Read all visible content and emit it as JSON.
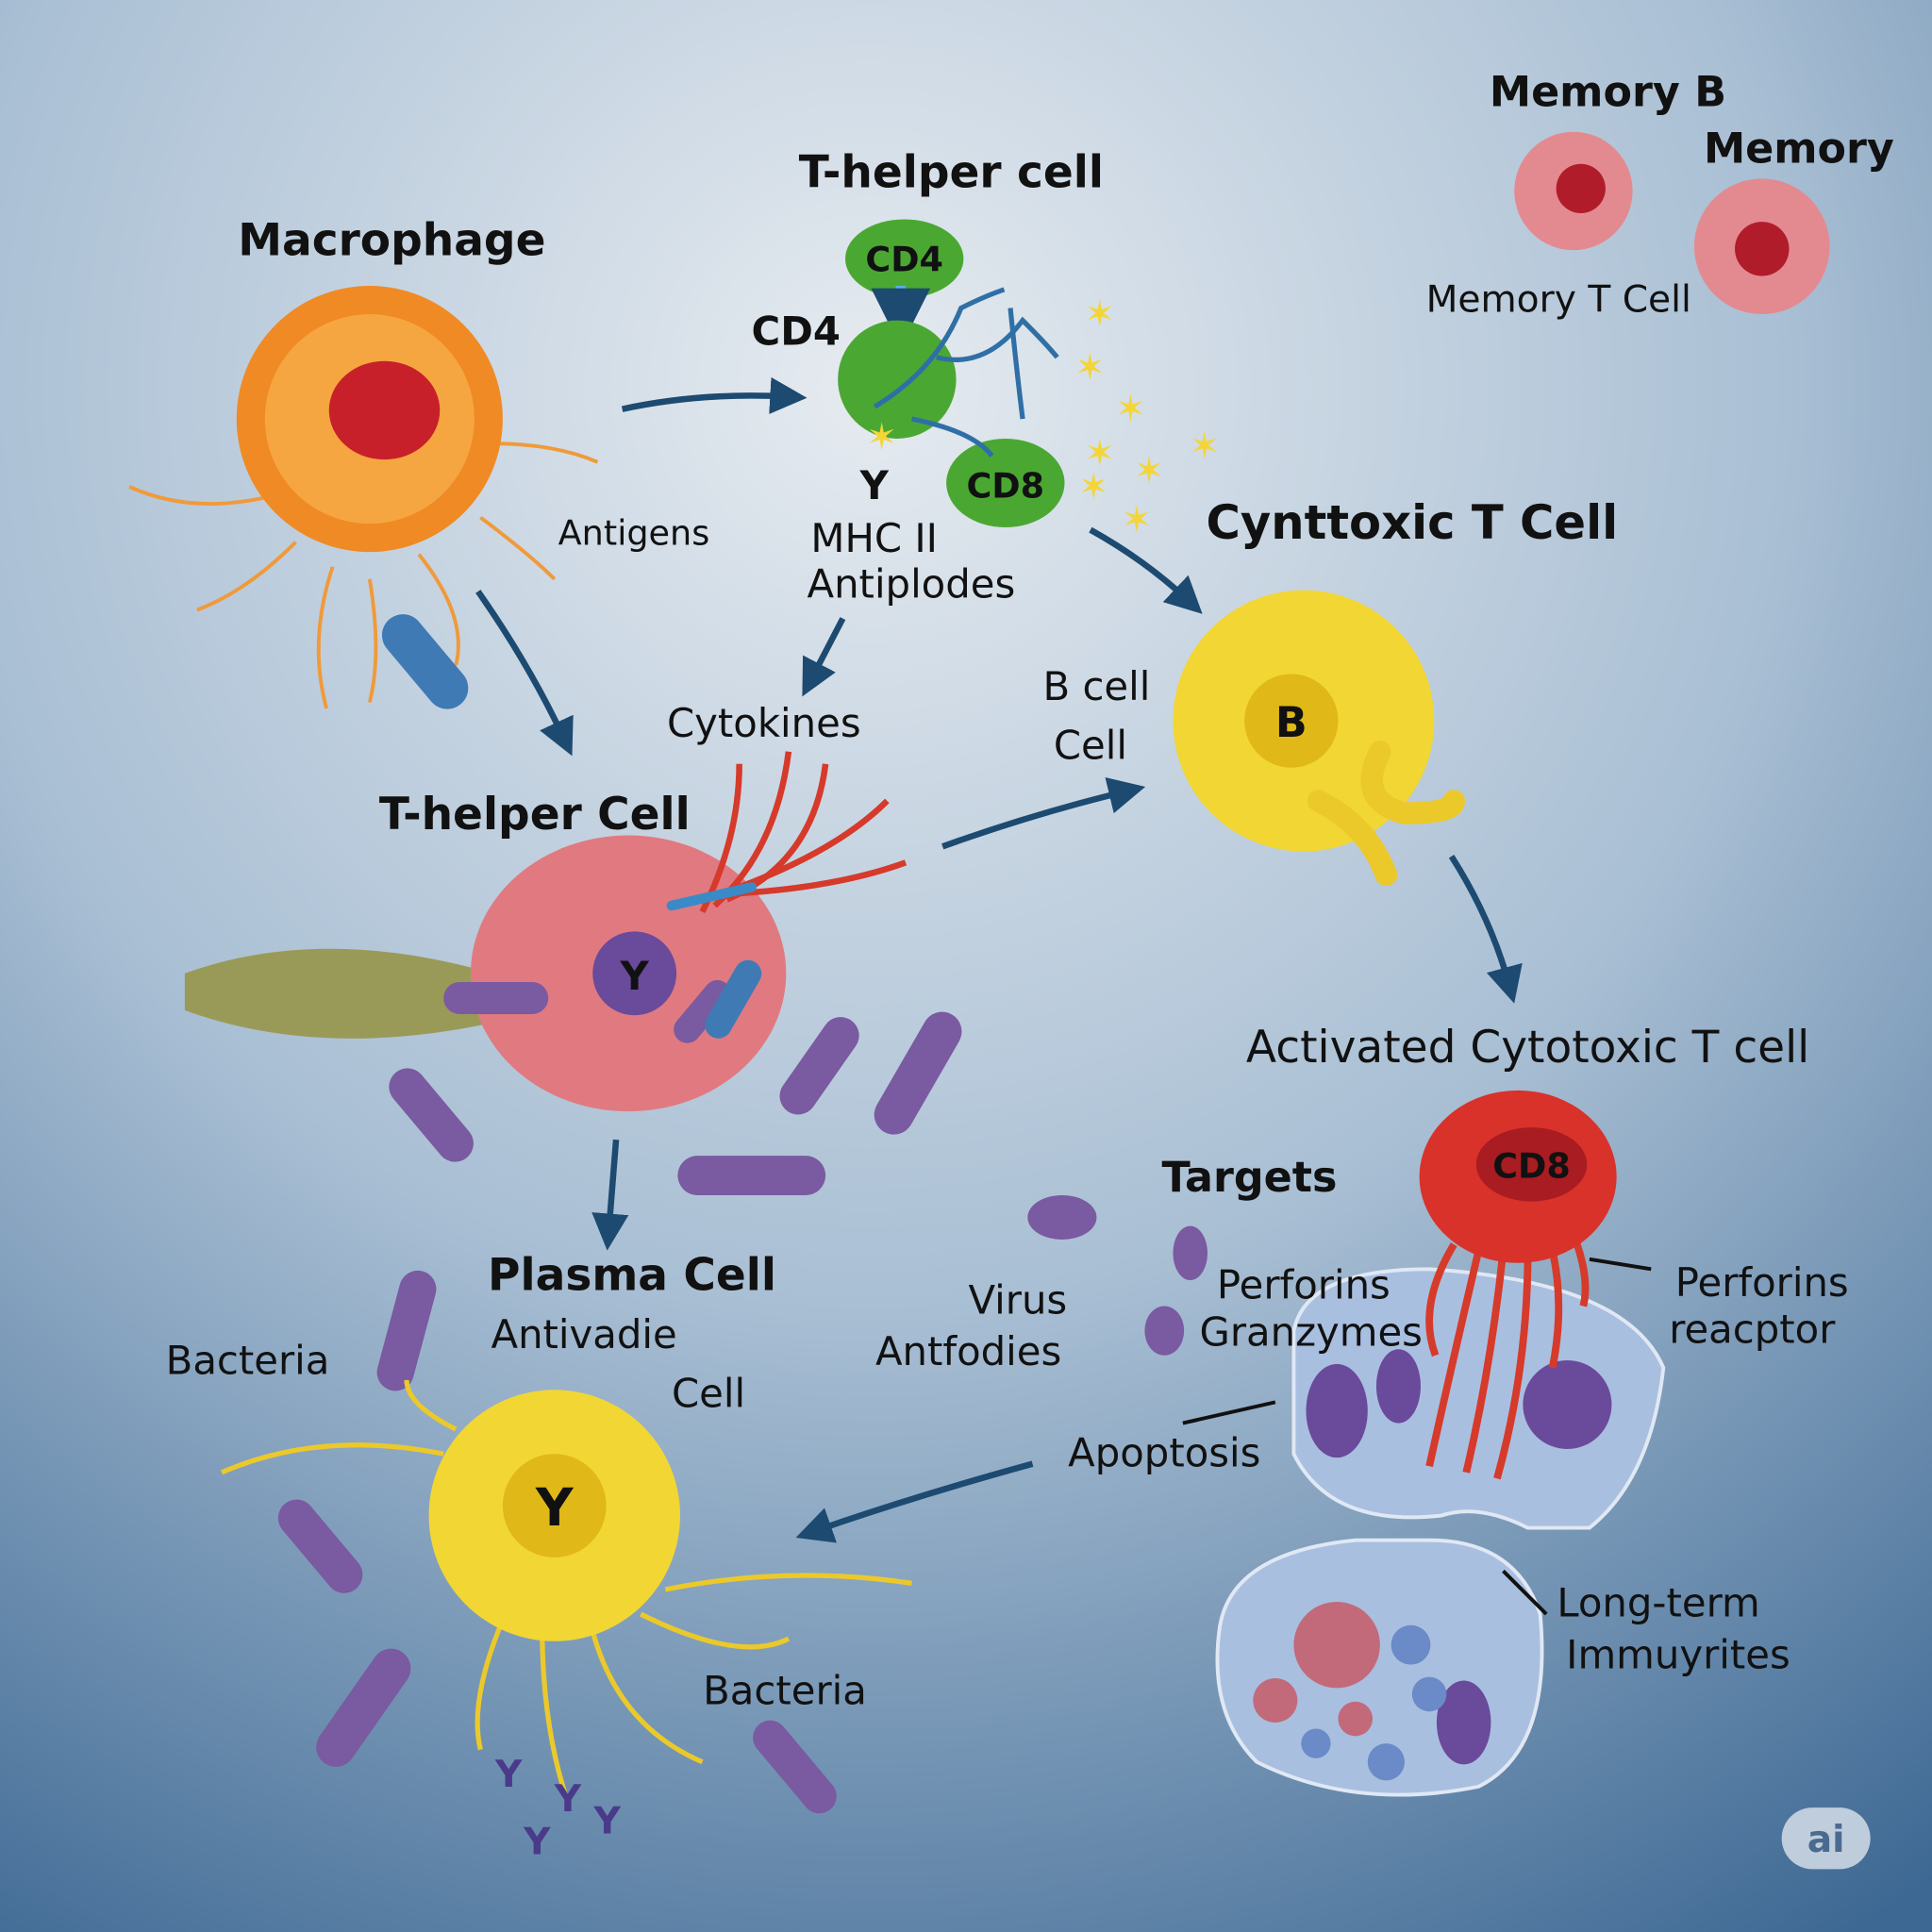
{
  "labels": {
    "macrophage": "Macrophage",
    "t_helper_top": "T-helper cell",
    "cd4_top": "CD4",
    "cd4_left": "CD4",
    "cd8_top": "CD8",
    "antigens": "Antigens",
    "mhc_line1": "MHC II",
    "mhc_line2": "Antiplodes",
    "memory_b": "Memory B",
    "memory": "Memory",
    "memory_t": "Memory T Cell",
    "cytotoxic": "Cynttoxic T Cell",
    "b_cell_line1": "B cell",
    "b_cell_line2": "Cell",
    "b_letter": "B",
    "cytokines": "Cytokines",
    "t_helper_mid": "T-helper Cell",
    "y_letter_mid": "Y",
    "activated": "Activated Cytotoxic T cell",
    "cd8_red": "CD8",
    "targets": "Targets",
    "virus_line1": "Virus",
    "virus_line2": "Antfodies",
    "perforins_line1": "Perforins",
    "perforins_line2": "Granzymes",
    "perforins_r1": "Perforins",
    "perforins_r2": "reacptor",
    "apoptosis": "Apoptosis",
    "longterm_line1": "Long-term",
    "longterm_line2": "Immuyrites",
    "plasma": "Plasma Cell",
    "plasma_sub1": "Antivadie",
    "plasma_sub2": "Cell",
    "bacteria_left": "Bacteria",
    "bacteria_bottom": "Bacteria",
    "y_letter_bottom": "Y",
    "watermark": "ai"
  },
  "colors": {
    "background_top": "#e4eaef",
    "background_bottom": "#3f6b96",
    "arrow": "#1d4a70",
    "macrophage": "#f08a24",
    "t_helper": "#4aa832",
    "b_cell": "#f2d634",
    "cytotoxic_red": "#d8322a",
    "plasma_pink": "#e07a80",
    "bacteria": "#7a5aa0"
  }
}
